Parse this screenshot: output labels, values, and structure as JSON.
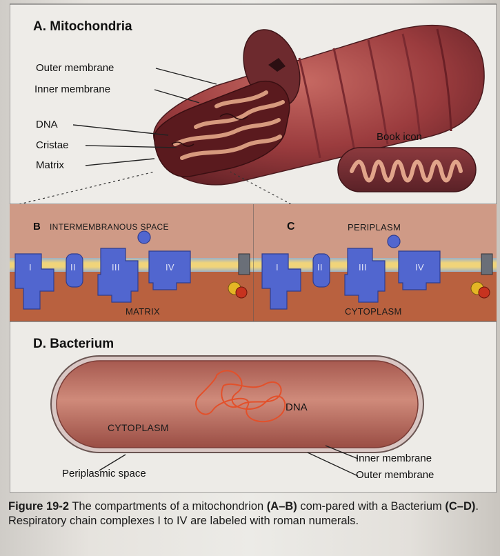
{
  "panels": {
    "a_title": "A. Mitochondria",
    "b_letter": "B",
    "b_label": "Intermembranous space",
    "b_matrix": "Matrix",
    "c_letter": "C",
    "c_label": "Periplasm",
    "c_cytoplasm": "Cytoplasm",
    "d_title": "D. Bacterium"
  },
  "labels_a": {
    "outer_membrane": "Outer membrane",
    "inner_membrane": "Inner membrane",
    "dna": "DNA",
    "cristae": "Cristae",
    "matrix": "Matrix",
    "book_icon": "Book icon"
  },
  "complexes": [
    "I",
    "II",
    "III",
    "IV"
  ],
  "labels_d": {
    "dna": "DNA",
    "cytoplasm": "Cytoplasm",
    "inner_membrane": "Inner membrane",
    "outer_membrane": "Outer membrane",
    "periplasmic_space": "Periplasmic space"
  },
  "caption": {
    "figure_label": "Figure 19-2",
    "text_1": " The compartments of a mitochondrion ",
    "ref_ab": "(A–B)",
    "text_2": " com-pared with a Bacterium ",
    "ref_cd": "(C–D)",
    "text_3": ". Respiratory chain complexes I to IV are labeled with roman numerals."
  },
  "colors": {
    "membrane_band": "#f0d47a",
    "complex_blue": "#4f63c9",
    "upper_compartment": "#c98d78",
    "lower_compartment": "#b8583a",
    "mito_outer": "#8c2f34"
  }
}
